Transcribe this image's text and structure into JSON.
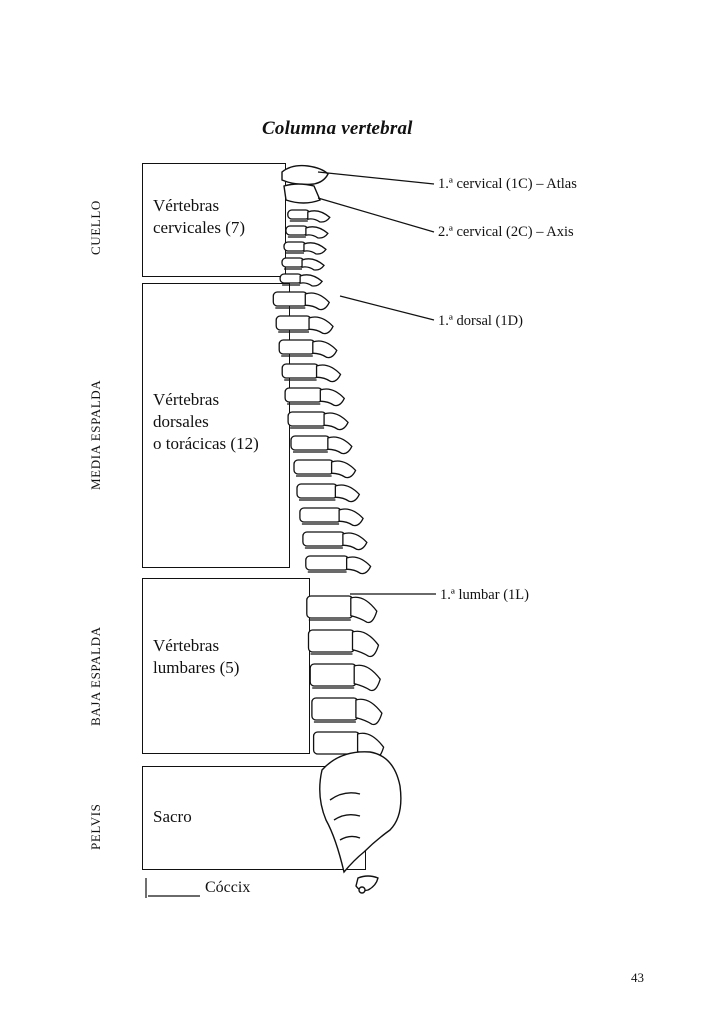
{
  "title": "Columna vertebral",
  "regions": [
    {
      "side_label": "CUELLO",
      "box_text": [
        "Vértebras",
        "cervicales (7)"
      ]
    },
    {
      "side_label": "MEDIA ESPALDA",
      "box_text": [
        "Vértebras",
        "dorsales",
        "o torácicas (12)"
      ]
    },
    {
      "side_label": "BAJA ESPALDA",
      "box_text": [
        "Vértebras",
        "lumbares (5)"
      ]
    },
    {
      "side_label": "PELVIS",
      "box_text": [
        "Sacro"
      ]
    }
  ],
  "coccyx_label": "Cóccix",
  "callouts": [
    "1.ª cervical (1C) – Atlas",
    "2.ª cervical (2C) – Axis",
    "1.ª dorsal (1D)",
    "1.ª lumbar (1L)"
  ],
  "page_number": "43"
}
